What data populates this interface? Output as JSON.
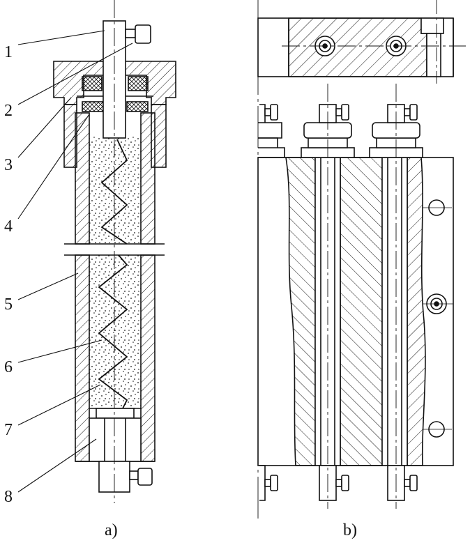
{
  "figure_a": {
    "caption": "a)",
    "callouts": [
      "1",
      "2",
      "3",
      "4",
      "5",
      "6",
      "7",
      "8"
    ]
  },
  "figure_b": {
    "caption": "b)"
  },
  "colors": {
    "ink": "#111111",
    "background": "#ffffff"
  }
}
